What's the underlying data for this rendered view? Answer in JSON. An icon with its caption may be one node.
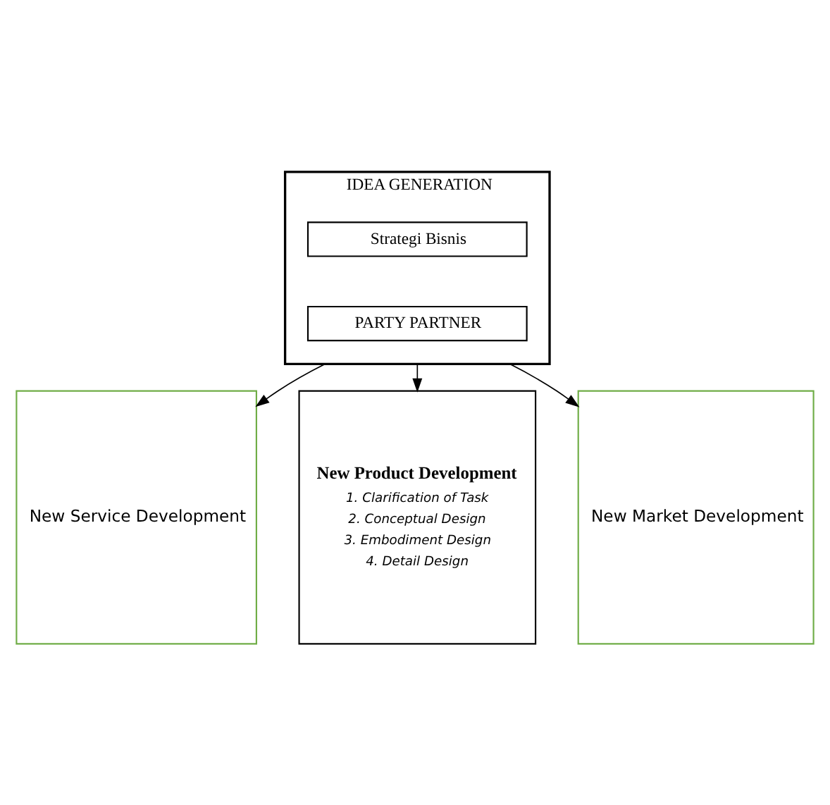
{
  "diagram": {
    "nodes": [
      {
        "text": [
          "IDEA GENERATION"
        ]
      },
      {
        "text": [
          "Strategi Bisnis"
        ],
        "in": 0
      },
      {
        "text": [
          "PARTY PARTNER"
        ],
        "in": 0
      },
      {
        "text": [
          "New Service Development"
        ]
      },
      {
        "text": [
          "New Product Development",
          "1. Clarification of Task",
          "2. Conceptual Design",
          "3. Embodiment Design",
          "4. Detail Design"
        ]
      },
      {
        "text": [
          "New Market Development"
        ]
      }
    ],
    "edges": [
      {
        "from": 0,
        "to": 3,
        "arrow": "to"
      },
      {
        "from": 0,
        "to": 4,
        "arrow": "to"
      },
      {
        "from": 0,
        "to": 5,
        "arrow": "to"
      }
    ]
  }
}
